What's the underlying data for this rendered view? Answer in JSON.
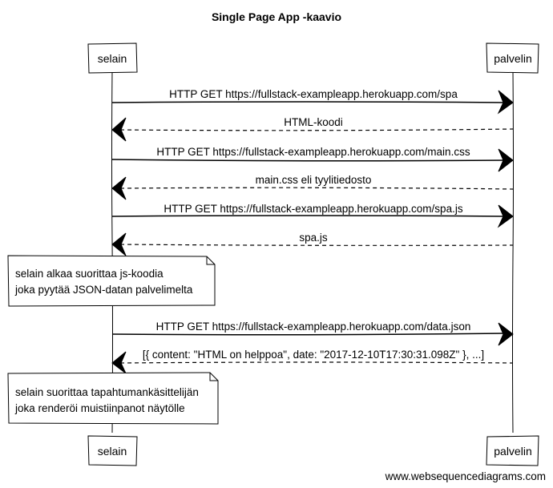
{
  "diagram": {
    "title": "Single Page App -kaavio",
    "footer": "www.websequencediagrams.com",
    "participants": {
      "left": "selain",
      "right": "palvelin"
    },
    "messages": [
      {
        "text": "HTTP GET https://fullstack-exampleapp.herokuapp.com/spa",
        "direction": "right",
        "style": "solid"
      },
      {
        "text": "HTML-koodi",
        "direction": "left",
        "style": "dashed"
      },
      {
        "text": "HTTP GET https://fullstack-exampleapp.herokuapp.com/main.css",
        "direction": "right",
        "style": "solid"
      },
      {
        "text": "main.css eli tyylitiedosto",
        "direction": "left",
        "style": "dashed"
      },
      {
        "text": "HTTP GET https://fullstack-exampleapp.herokuapp.com/spa.js",
        "direction": "right",
        "style": "solid"
      },
      {
        "text": "spa.js",
        "direction": "left",
        "style": "dashed"
      },
      {
        "text": "HTTP GET https://fullstack-exampleapp.herokuapp.com/data.json",
        "direction": "right",
        "style": "solid"
      },
      {
        "text": "[{ content: \"HTML on helppoa\", date: \"2017-12-10T17:30:31.098Z\" }, ...]",
        "direction": "left",
        "style": "dashed"
      }
    ],
    "notes": [
      {
        "line1": "selain alkaa suorittaa js-koodia",
        "line2": "joka pyytää JSON-datan palvelimelta"
      },
      {
        "line1": "selain suorittaa tapahtumankäsittelijän",
        "line2": "joka renderöi muistiinpanot näytölle"
      }
    ]
  }
}
